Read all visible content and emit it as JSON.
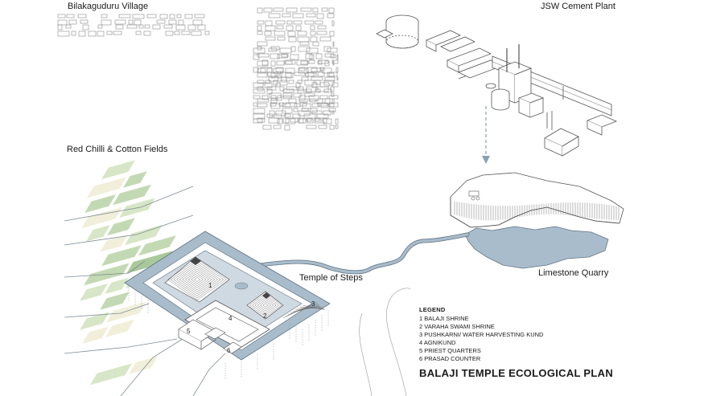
{
  "labels": {
    "village": "Bilakaguduru Village",
    "cement_plant": "JSW Cement Plant",
    "fields": "Red Chilli & Cotton Fields",
    "temple": "Temple of Steps",
    "quarry": "Limestone Quarry"
  },
  "site_numbers": [
    "1",
    "2",
    "3",
    "4",
    "5",
    "6"
  ],
  "legend": {
    "heading": "LEGEND",
    "items": [
      "1 BALAJI SHRINE",
      "2 VARAHA SWAMI SHRINE",
      "3 PUSHKARNI/ WATER HARVESTING KUND",
      "4 AGNIKUND",
      "5 PRIEST QUARTERS",
      "6 PRASAD COUNTER"
    ]
  },
  "title": "BALAJI TEMPLE ECOLOGICAL PLAN",
  "colors": {
    "water": "#a9bccb",
    "water_edge": "#5f7484",
    "field_green": "#a9c99a",
    "field_light": "#d7e6c6",
    "field_cream": "#f1efd9",
    "line": "#6a6a6a"
  }
}
